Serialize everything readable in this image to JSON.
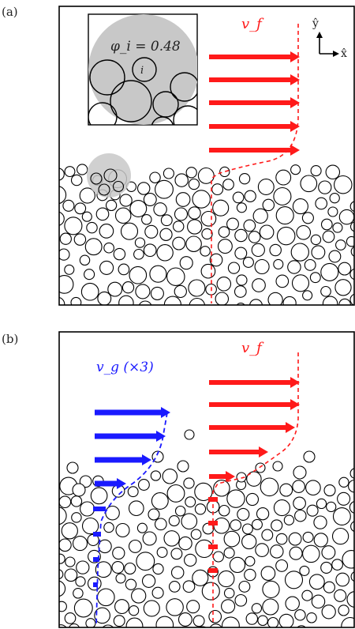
{
  "panels": {
    "a": {
      "tag": "(a)",
      "fluid_velocity_label": "v_f",
      "inset_phi_label": "φ_i = 0.48",
      "inset_particle_label": "i",
      "axis_y_label": "ŷ",
      "axis_x_label": "x̂"
    },
    "b": {
      "tag": "(b)",
      "fluid_velocity_label": "v_f",
      "grain_velocity_label": "v_g (×3)"
    }
  },
  "colors": {
    "fluid": "#ff1a1a",
    "grain": "#1a1aff",
    "frame": "#000000",
    "highlight": "#c8c8c8"
  }
}
